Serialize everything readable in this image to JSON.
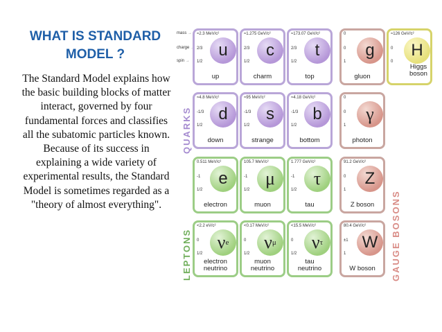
{
  "slide": {
    "title_line1": "WHAT IS STANDARD",
    "title_line2": "MODEL ?",
    "body": "The Standard Model explains how the basic building blocks of matter interact, governed by four fundamental forces and classifies all the subatomic particles known. Because of its success in explaining a wide variety of experimental results, the Standard Model is sometimes regarded as a \"theory of almost everything\"."
  },
  "chart": {
    "row_keys": {
      "mass": "mass",
      "charge": "charge",
      "spin": "spin"
    },
    "group_labels": {
      "quarks": "QUARKS",
      "leptons": "LEPTONS",
      "gauge": "GAUGE BOSONS"
    },
    "particles": {
      "up": {
        "mass": "≈2.3 MeV/c²",
        "charge": "2/3",
        "spin": "1/2",
        "symbol": "u",
        "name": "up"
      },
      "charm": {
        "mass": "≈1.275 GeV/c²",
        "charge": "2/3",
        "spin": "1/2",
        "symbol": "c",
        "name": "charm"
      },
      "top": {
        "mass": "≈173.07 GeV/c²",
        "charge": "2/3",
        "spin": "1/2",
        "symbol": "t",
        "name": "top"
      },
      "gluon": {
        "mass": "0",
        "charge": "0",
        "spin": "1",
        "symbol": "g",
        "name": "gluon"
      },
      "higgs": {
        "mass": "≈126 GeV/c²",
        "charge": "0",
        "spin": "0",
        "symbol": "H",
        "name_line1": "Higgs",
        "name_line2": "boson"
      },
      "down": {
        "mass": "≈4.8 MeV/c²",
        "charge": "-1/3",
        "spin": "1/2",
        "symbol": "d",
        "name": "down"
      },
      "strange": {
        "mass": "≈95 MeV/c²",
        "charge": "-1/3",
        "spin": "1/2",
        "symbol": "s",
        "name": "strange"
      },
      "bottom": {
        "mass": "≈4.18 GeV/c²",
        "charge": "-1/3",
        "spin": "1/2",
        "symbol": "b",
        "name": "bottom"
      },
      "photon": {
        "mass": "0",
        "charge": "0",
        "spin": "1",
        "symbol": "γ",
        "name": "photon"
      },
      "electron": {
        "mass": "0.511 MeV/c²",
        "charge": "-1",
        "spin": "1/2",
        "symbol": "e",
        "name": "electron"
      },
      "muon": {
        "mass": "105.7 MeV/c²",
        "charge": "-1",
        "spin": "1/2",
        "symbol": "μ",
        "name": "muon"
      },
      "tau": {
        "mass": "1.777 GeV/c²",
        "charge": "-1",
        "spin": "1/2",
        "symbol": "τ",
        "name": "tau"
      },
      "zboson": {
        "mass": "91.2 GeV/c²",
        "charge": "0",
        "spin": "1",
        "symbol": "Z",
        "name": "Z boson"
      },
      "enu": {
        "mass": "<2.2 eV/c²",
        "charge": "0",
        "spin": "1/2",
        "symbol": "ν",
        "sub": "e",
        "name_line1": "electron",
        "name_line2": "neutrino"
      },
      "munu": {
        "mass": "<0.17 MeV/c²",
        "charge": "0",
        "spin": "1/2",
        "symbol": "ν",
        "sub": "μ",
        "name_line1": "muon",
        "name_line2": "neutrino"
      },
      "taunu": {
        "mass": "<15.5 MeV/c²",
        "charge": "0",
        "spin": "1/2",
        "symbol": "ν",
        "sub": "τ",
        "name_line1": "tau",
        "name_line2": "neutrino"
      },
      "wboson": {
        "mass": "80.4 GeV/c²",
        "charge": "±1",
        "spin": "1",
        "symbol": "W",
        "name": "W boson"
      }
    }
  }
}
